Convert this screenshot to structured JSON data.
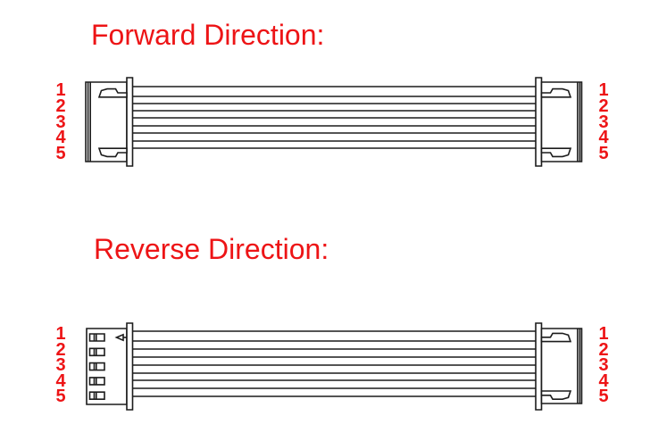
{
  "colors": {
    "accent": "#ed1416",
    "line": "#1c1c1c",
    "background": "#ffffff"
  },
  "sections": {
    "forward": {
      "title": "Forward Direction:",
      "pins_left": [
        "1",
        "2",
        "3",
        "4",
        "5"
      ],
      "pins_right": [
        "1",
        "2",
        "3",
        "4",
        "5"
      ],
      "wire_lines_y": [
        97,
        108,
        116,
        124,
        132,
        141,
        149,
        158,
        166
      ]
    },
    "reverse": {
      "title": "Reverse Direction:",
      "pins_left": [
        "1",
        "2",
        "3",
        "4",
        "5"
      ],
      "pins_right": [
        "1",
        "2",
        "3",
        "4",
        "5"
      ],
      "wire_lines_y": [
        371,
        382,
        391,
        400,
        409,
        418,
        426,
        435,
        444
      ],
      "slot_y": [
        374,
        390.3,
        406.6,
        422.9,
        439.2
      ]
    }
  }
}
